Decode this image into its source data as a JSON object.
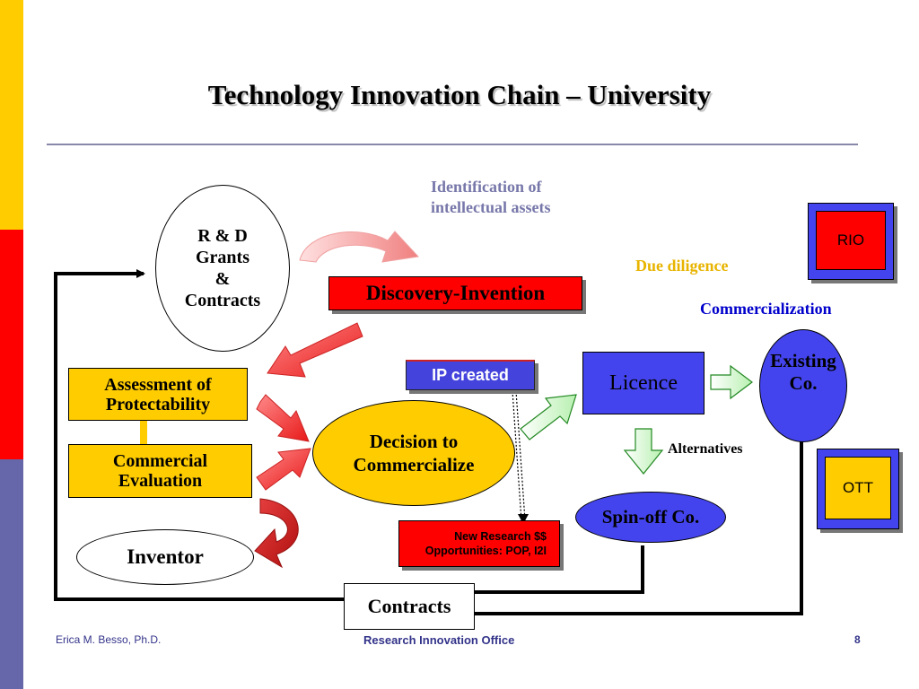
{
  "title": "Technology Innovation Chain – University",
  "nodes": {
    "rnd_grants": "R & D\nGrants\n&\nContracts",
    "discovery": "Discovery-Invention",
    "assessment": "Assessment of\nProtectability",
    "commercial_eval": "Commercial\nEvaluation",
    "inventor": "Inventor",
    "decision": "Decision to\nCommercialize",
    "ip_created": "IP created",
    "new_research": "New Research $$\nOpportunities: POP, I2I",
    "licence": "Licence",
    "existing_co": "Existing\nCo.",
    "spinoff": "Spin-off Co.",
    "contracts": "Contracts",
    "rio": "RIO",
    "ott": "OTT"
  },
  "labels": {
    "identification": "Identification of\nintellectual assets",
    "due_diligence": "Due diligence",
    "commercialization": "Commercialization",
    "alternatives": "Alternatives"
  },
  "footer": {
    "author": "Erica M. Besso, Ph.D.",
    "office": "Research Innovation Office",
    "page": "8"
  },
  "colors": {
    "stripe_yellow": "#FFCC00",
    "stripe_red": "#FF0000",
    "stripe_purple": "#6666AA",
    "box_red": "#FF0000",
    "box_yellow": "#FFCC00",
    "box_blue": "#4444EE",
    "label_purple": "#7777AA",
    "label_gold": "#E8B400",
    "label_blue": "#0000CC"
  }
}
